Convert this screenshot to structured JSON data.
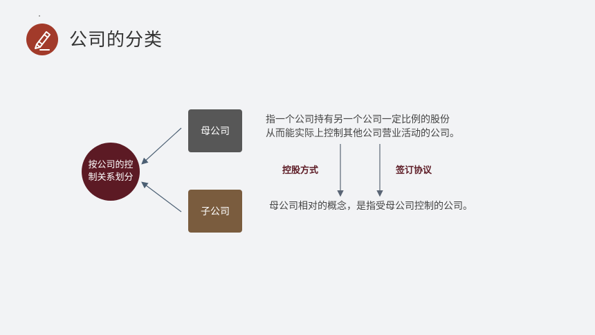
{
  "title": "公司的分类",
  "icon": "pencil-icon",
  "colors": {
    "accent": "#a23a2a",
    "circle": "#5c1a24",
    "parent_box": "#575757",
    "child_box": "#7a5c3e",
    "label": "#5c1a24"
  },
  "center": {
    "label": "按公司的控制关系划分"
  },
  "parent": {
    "label": "母公司",
    "desc_line1": "指一个公司持有另一个公司一定比例的股份",
    "desc_line2": "从而能实际上控制其他公司营业活动的公司。"
  },
  "child": {
    "label": "子公司",
    "desc": "母公司相对的概念，是指受母公司控制的公司。"
  },
  "relation_labels": {
    "left": "控股方式",
    "right": "签订协议"
  }
}
